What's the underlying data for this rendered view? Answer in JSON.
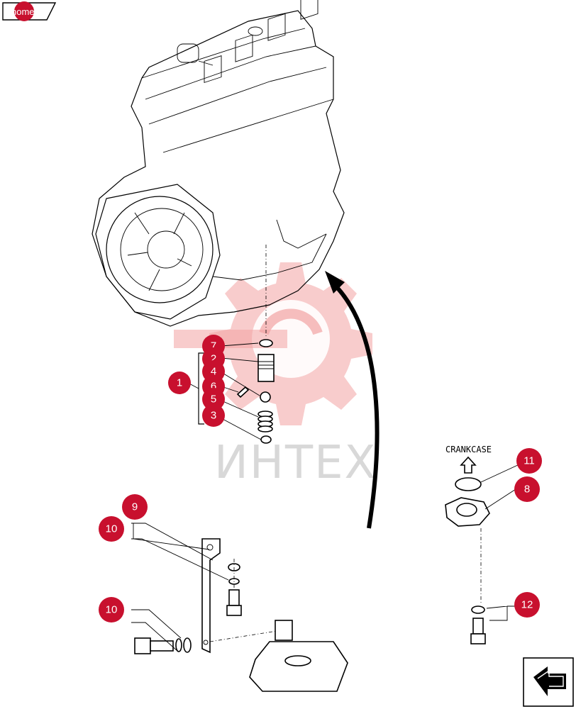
{
  "home": {
    "label": "home"
  },
  "watermark": {
    "text": "ИНТЕХ"
  },
  "labels": {
    "crankcase": "CRANKCASE"
  },
  "callouts": [
    {
      "id": "c1",
      "number": "1"
    },
    {
      "id": "c7",
      "number": "7"
    },
    {
      "id": "c2",
      "number": "2"
    },
    {
      "id": "c4",
      "number": "4"
    },
    {
      "id": "c6",
      "number": "6"
    },
    {
      "id": "c5",
      "number": "5"
    },
    {
      "id": "c3",
      "number": "3"
    },
    {
      "id": "c11",
      "number": "11"
    },
    {
      "id": "c8",
      "number": "8"
    },
    {
      "id": "c9",
      "number": "9"
    },
    {
      "id": "c10a",
      "number": "10"
    },
    {
      "id": "c10b",
      "number": "10"
    },
    {
      "id": "c12",
      "number": "12"
    }
  ],
  "colors": {
    "callout": "#c8102e",
    "watermark": "#f2a3a3"
  },
  "icons": {
    "back": "back-arrow-icon",
    "crankcase_up": "up-arrow-icon"
  }
}
